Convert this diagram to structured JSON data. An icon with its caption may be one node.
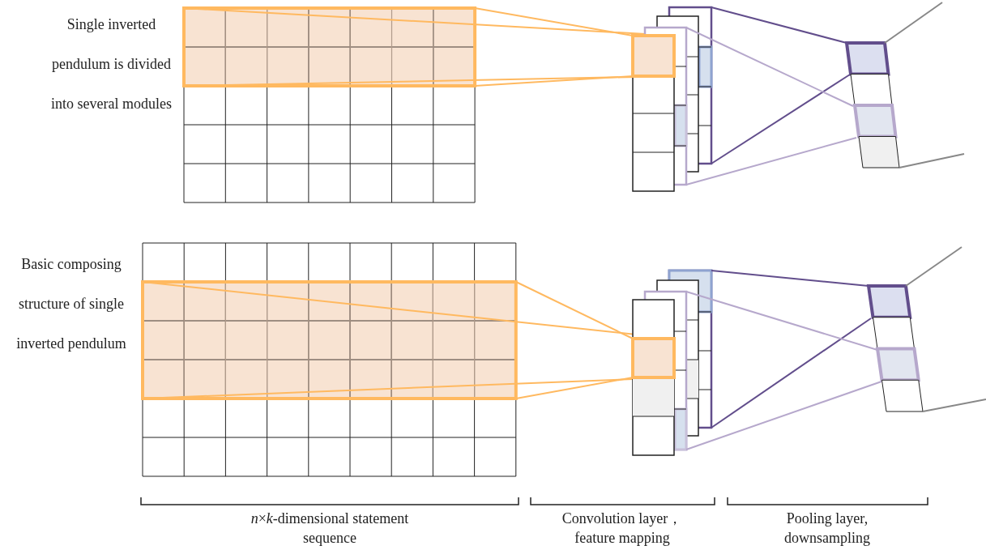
{
  "diagram": {
    "labels": [
      "Single inverted pendulum is divided into several modules",
      "Basic composing structure of single inverted pendulum",
      "*n*×*k*-dimensional statement sequence",
      "Convolution layer，feature mapping",
      "Pooling layer, downsampling"
    ]
  }
}
